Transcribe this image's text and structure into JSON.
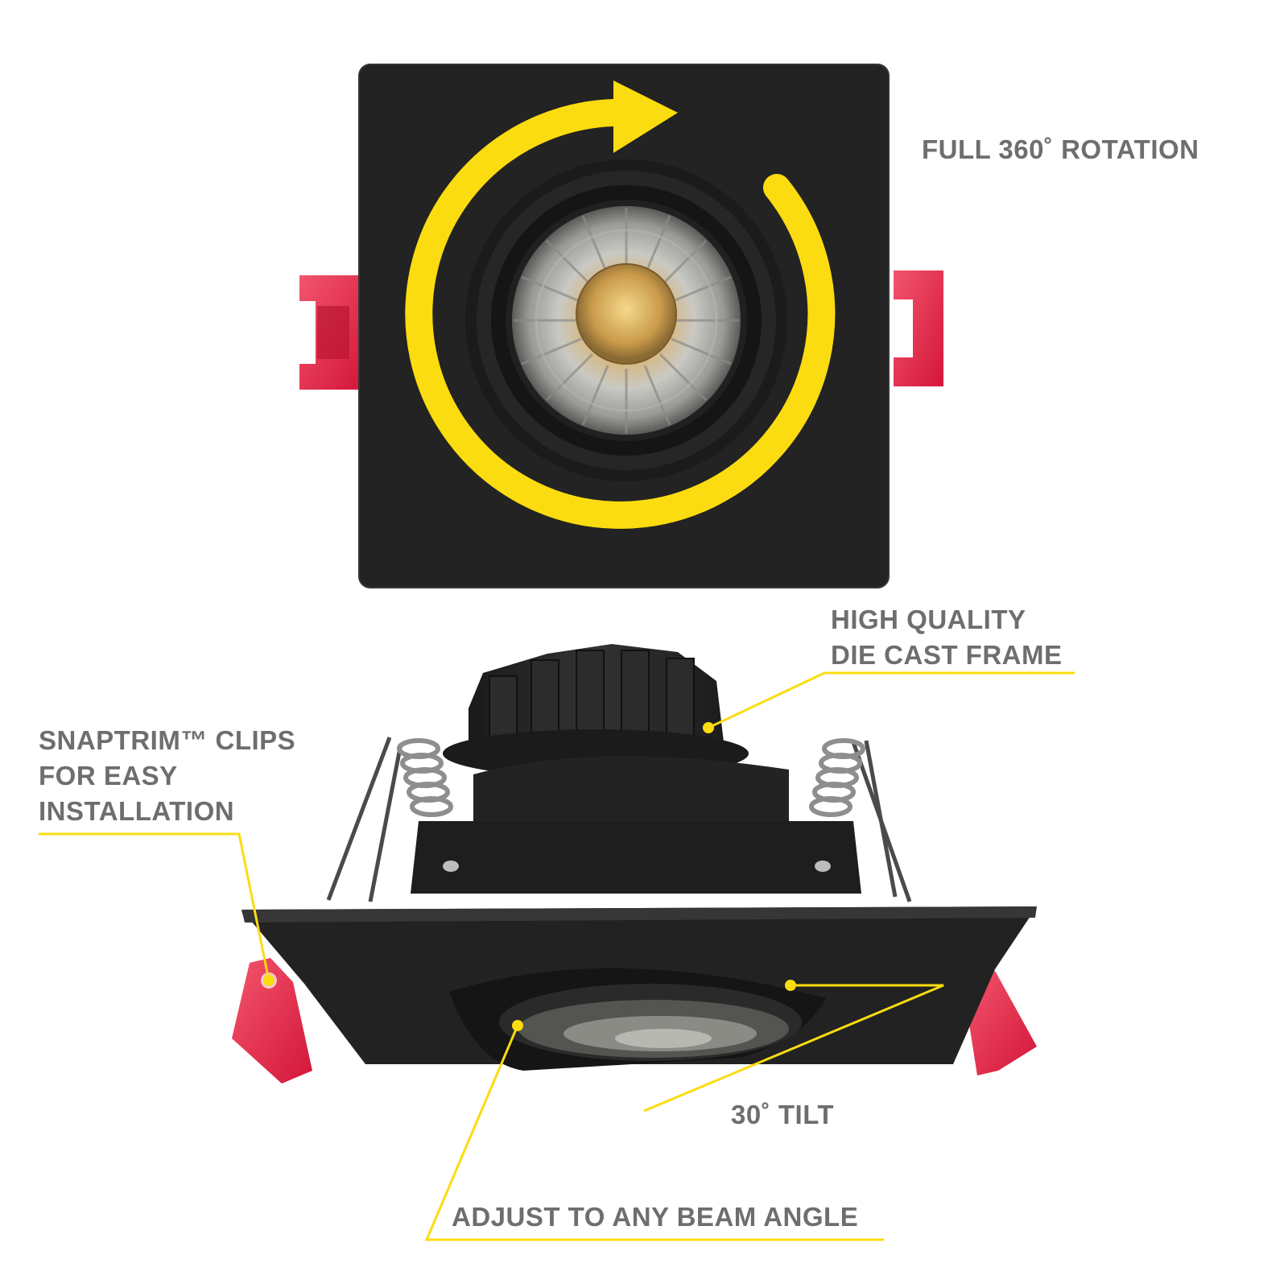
{
  "colors": {
    "accent_yellow": "#fbdc10",
    "trim_black": "#232323",
    "clip_red": "#e8203b",
    "label_gray": "#6e6e6e"
  },
  "labels": {
    "rotation": "FULL 360˚ ROTATION",
    "frame": [
      "HIGH QUALITY",
      "DIE CAST FRAME"
    ],
    "clips": [
      "SNAPTRIM™ CLIPS",
      "FOR EASY",
      "INSTALLATION"
    ],
    "tilt": "30˚ TILT",
    "beam": "ADJUST TO ANY BEAM ANGLE"
  }
}
